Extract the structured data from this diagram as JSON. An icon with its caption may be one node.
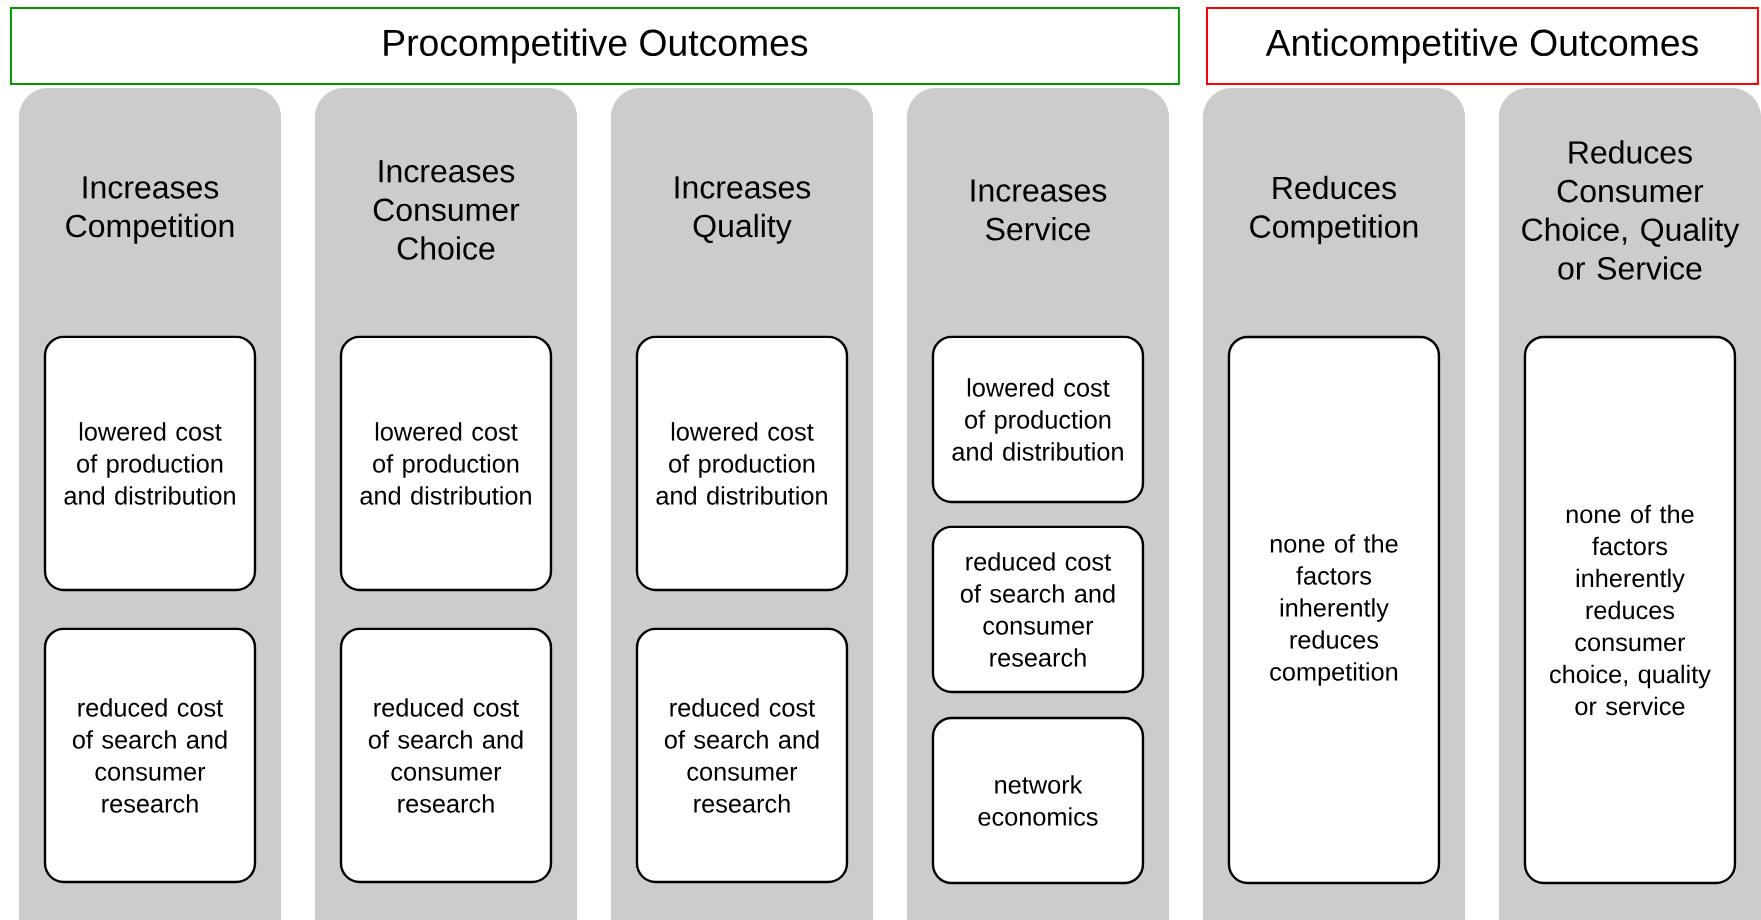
{
  "diagram": {
    "nodes": [
      {
        "text": [
          "Procompetitive Outcomes"
        ]
      },
      {
        "text": [
          "Anticompetitive Outcomes"
        ]
      },
      {
        "text": [
          "Increases Competition"
        ]
      },
      {
        "text": [
          "lowered cost of production and distribution"
        ],
        "in": 2
      },
      {
        "text": [
          "reduced cost of search and consumer research"
        ],
        "in": 2
      },
      {
        "text": [
          "Increases Consumer Choice"
        ]
      },
      {
        "text": [
          "lowered cost of production and distribution"
        ],
        "in": 5
      },
      {
        "text": [
          "reduced cost of search and consumer research"
        ],
        "in": 5
      },
      {
        "text": [
          "Increases Quality"
        ]
      },
      {
        "text": [
          "lowered cost of production and distribution"
        ],
        "in": 8
      },
      {
        "text": [
          "reduced cost of search and consumer research"
        ],
        "in": 8
      },
      {
        "text": [
          "Increases Service"
        ]
      },
      {
        "text": [
          "lowered cost of production and distribution"
        ],
        "in": 11
      },
      {
        "text": [
          "reduced cost of search and consumer research"
        ],
        "in": 11
      },
      {
        "text": [
          "network economics"
        ],
        "in": 11
      },
      {
        "text": [
          "Reduces Competition"
        ]
      },
      {
        "text": [
          "none of the factors inherently reduces competition"
        ],
        "in": 15
      },
      {
        "text": [
          "Reduces Consumer Choice, Quality or Service"
        ]
      },
      {
        "text": [
          "none of the factors inherently reduces consumer choice, quality or service"
        ],
        "in": 17
      }
    ]
  }
}
